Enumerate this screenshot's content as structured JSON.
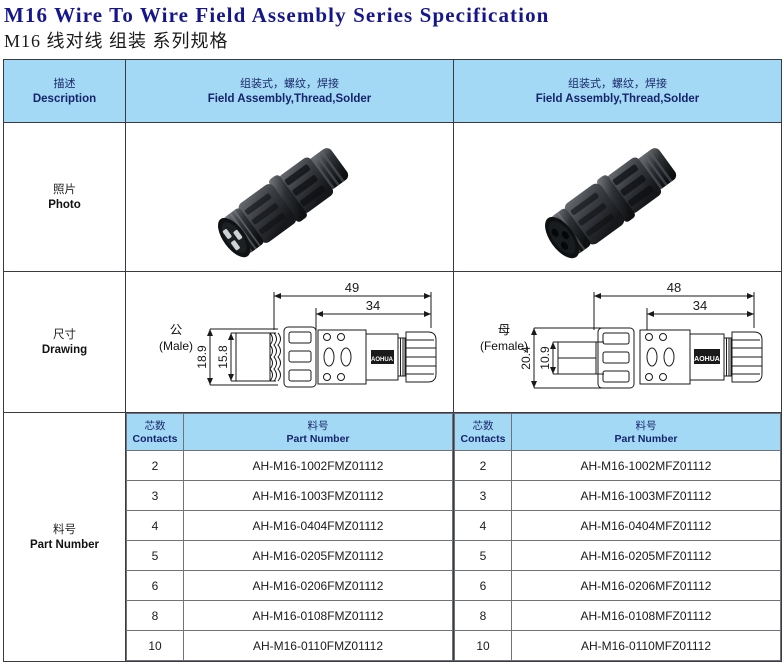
{
  "document": {
    "main_title": "M16 Wire To Wire Field Assembly Series Specification",
    "sub_title": "M16 线对线 组装 系列规格"
  },
  "colors": {
    "header_blue": "#a3d9f5",
    "title_blue": "#16168c",
    "header_text": "#16246b",
    "border": "#3a3a44"
  },
  "header": {
    "description": {
      "cn": "描述",
      "en": "Description"
    },
    "male_col": {
      "cn": "组装式，螺纹，焊接",
      "en": "Field Assembly,Thread,Solder"
    },
    "female_col": {
      "cn": "组装式，螺纹，焊接",
      "en": "Field Assembly,Thread,Solder"
    }
  },
  "rows": {
    "photo": {
      "cn": "照片",
      "en": "Photo"
    },
    "drawing": {
      "cn": "尺寸",
      "en": "Drawing"
    },
    "part_number": {
      "cn": "料号",
      "en": "Part Number"
    }
  },
  "drawings": {
    "male": {
      "gender_cn": "公",
      "gender_en": "(Male)",
      "overall_length": "49",
      "inner_length": "34",
      "outer_height": "18.9",
      "inner_height": "15.8",
      "brand": "AOHUA"
    },
    "female": {
      "gender_cn": "母",
      "gender_en": "(Female)",
      "overall_length": "48",
      "inner_length": "34",
      "outer_height": "20.4",
      "inner_height": "10.9",
      "brand": "AOHUA"
    }
  },
  "part_tables": {
    "columns": {
      "contacts": {
        "cn": "芯数",
        "en": "Contacts"
      },
      "part_number": {
        "cn": "料号",
        "en": "Part Number"
      }
    },
    "male_rows": [
      {
        "contacts": "2",
        "part": "AH-M16-1002FMZ01112"
      },
      {
        "contacts": "3",
        "part": "AH-M16-1003FMZ01112"
      },
      {
        "contacts": "4",
        "part": "AH-M16-0404FMZ01112"
      },
      {
        "contacts": "5",
        "part": "AH-M16-0205FMZ01112"
      },
      {
        "contacts": "6",
        "part": "AH-M16-0206FMZ01112"
      },
      {
        "contacts": "8",
        "part": "AH-M16-0108FMZ01112"
      },
      {
        "contacts": "10",
        "part": "AH-M16-0110FMZ01112"
      }
    ],
    "female_rows": [
      {
        "contacts": "2",
        "part": "AH-M16-1002MFZ01112"
      },
      {
        "contacts": "3",
        "part": "AH-M16-1003MFZ01112"
      },
      {
        "contacts": "4",
        "part": "AH-M16-0404MFZ01112"
      },
      {
        "contacts": "5",
        "part": "AH-M16-0205MFZ01112"
      },
      {
        "contacts": "6",
        "part": "AH-M16-0206MFZ01112"
      },
      {
        "contacts": "8",
        "part": "AH-M16-0108MFZ01112"
      },
      {
        "contacts": "10",
        "part": "AH-M16-0110MFZ01112"
      }
    ]
  }
}
